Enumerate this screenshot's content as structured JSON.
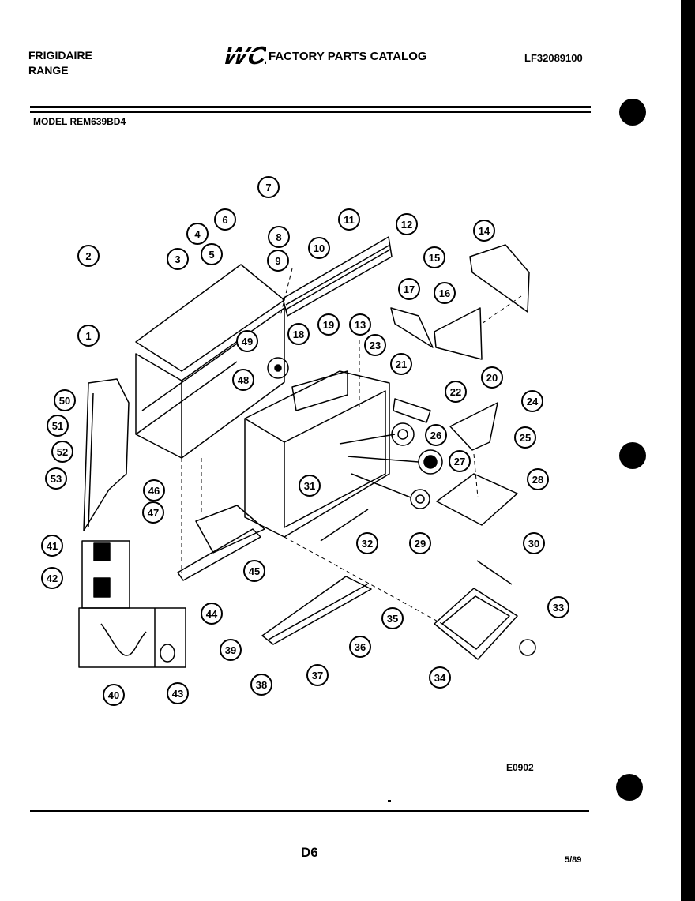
{
  "header": {
    "brand_line1": "FRIGIDAIRE",
    "brand_line2": "RANGE",
    "logo_text": "WCI",
    "catalog_title": "FACTORY PARTS CATALOG",
    "catalog_number": "LF32089100",
    "model_label": "MODEL REM639BD4"
  },
  "diagram": {
    "drawing_reference": "E0902",
    "callouts": [
      {
        "label": "1"
      },
      {
        "label": "2"
      },
      {
        "label": "3"
      },
      {
        "label": "4"
      },
      {
        "label": "5"
      },
      {
        "label": "6"
      },
      {
        "label": "7"
      },
      {
        "label": "8"
      },
      {
        "label": "9"
      },
      {
        "label": "10"
      },
      {
        "label": "11"
      },
      {
        "label": "12"
      },
      {
        "label": "13"
      },
      {
        "label": "14"
      },
      {
        "label": "15"
      },
      {
        "label": "16"
      },
      {
        "label": "17"
      },
      {
        "label": "18"
      },
      {
        "label": "19"
      },
      {
        "label": "20"
      },
      {
        "label": "21"
      },
      {
        "label": "22"
      },
      {
        "label": "23"
      },
      {
        "label": "24"
      },
      {
        "label": "25"
      },
      {
        "label": "26"
      },
      {
        "label": "27"
      },
      {
        "label": "28"
      },
      {
        "label": "29"
      },
      {
        "label": "30"
      },
      {
        "label": "31"
      },
      {
        "label": "32"
      },
      {
        "label": "33"
      },
      {
        "label": "34"
      },
      {
        "label": "35"
      },
      {
        "label": "36"
      },
      {
        "label": "37"
      },
      {
        "label": "38"
      },
      {
        "label": "39"
      },
      {
        "label": "40"
      },
      {
        "label": "41"
      },
      {
        "label": "42"
      },
      {
        "label": "43"
      },
      {
        "label": "44"
      },
      {
        "label": "45"
      },
      {
        "label": "46"
      },
      {
        "label": "47"
      },
      {
        "label": "48"
      },
      {
        "label": "49"
      },
      {
        "label": "50"
      },
      {
        "label": "51"
      },
      {
        "label": "52"
      },
      {
        "label": "53"
      }
    ]
  },
  "footer": {
    "page_number": "D6",
    "date_code": "5/89"
  },
  "colors": {
    "ink": "#000000",
    "paper": "#ffffff",
    "background": "#000000"
  }
}
